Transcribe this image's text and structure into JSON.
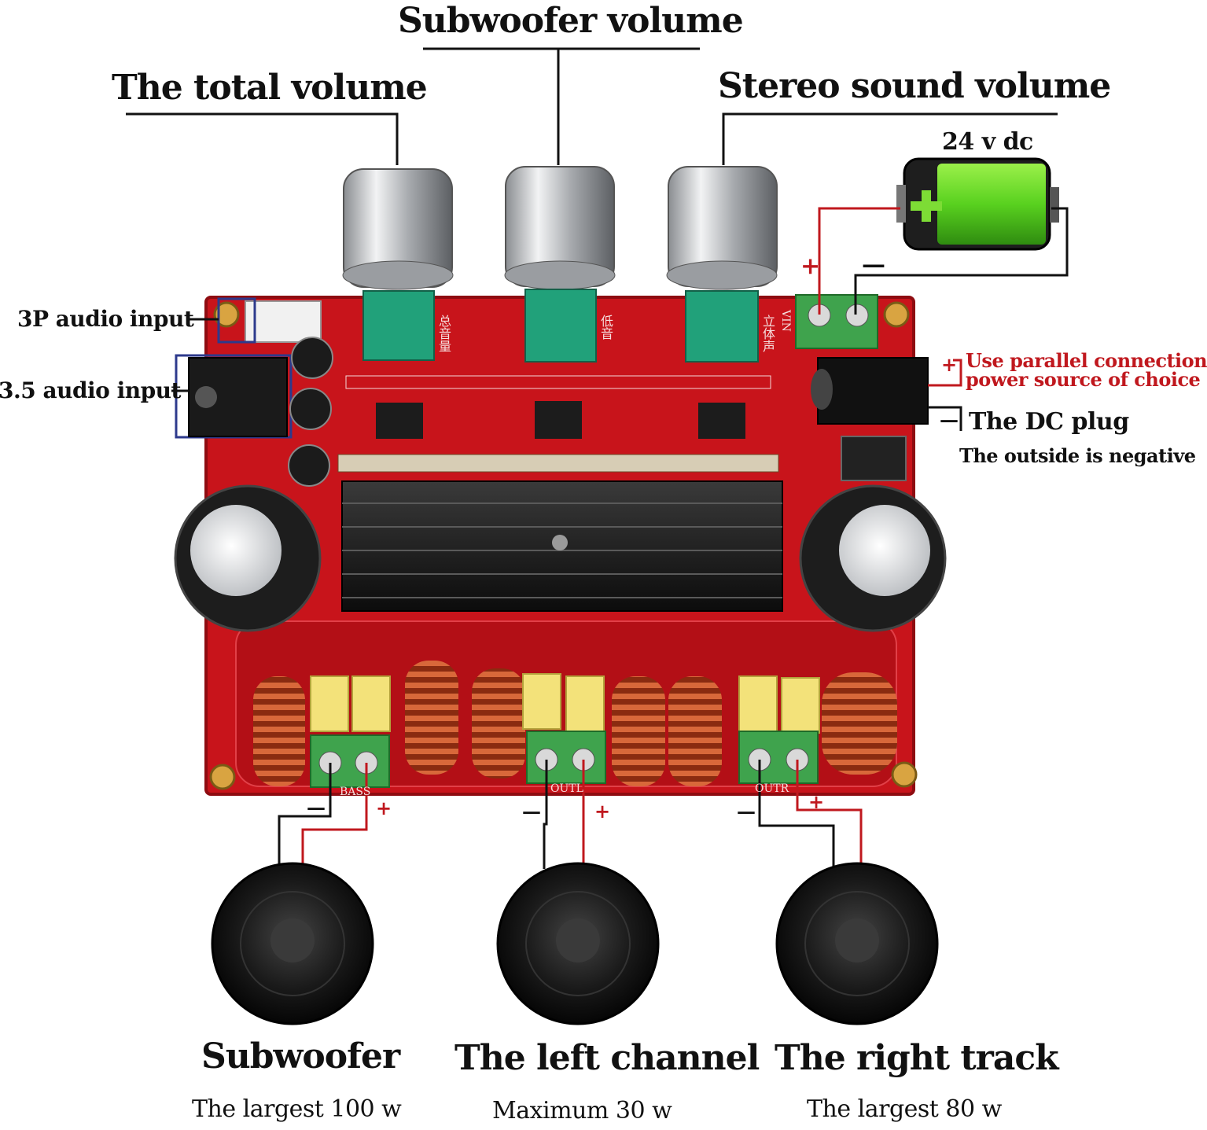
{
  "top_labels": {
    "subwoofer_volume": "Subwoofer volume",
    "total_volume": "The total volume",
    "stereo_volume": "Stereo sound volume"
  },
  "power": {
    "voltage": "24 v dc",
    "plus": "+",
    "minus": "—",
    "parallel_note_plus": "+",
    "parallel_line1": "Use parallel connection",
    "parallel_line2": "power source of choice",
    "dc_plug_minus": "—",
    "dc_plug": "The DC plug",
    "dc_plug_note": "The outside is negative"
  },
  "inputs": {
    "three_pin": "3P audio input",
    "jack": "3.5 audio input"
  },
  "board_marks": {
    "pot1": "总音量",
    "pot2": "低音",
    "pot3": "立体声",
    "vin": "VIN",
    "bass": "BASS",
    "outl": "OUTL",
    "outr": "OUTR"
  },
  "terminals": {
    "minus": "—",
    "plus": "+"
  },
  "speakers": [
    {
      "title": "Subwoofer",
      "subtitle": "The largest 100 w"
    },
    {
      "title": "The left channel",
      "subtitle": "Maximum 30 w"
    },
    {
      "title": "The right track",
      "subtitle": "The largest 80 w"
    }
  ],
  "colors": {
    "board": "#c8141b",
    "wire_red": "#c0181e",
    "wire_black": "#111111",
    "terminal_green": "#3fa34d",
    "battery_green": "#59d11f"
  }
}
